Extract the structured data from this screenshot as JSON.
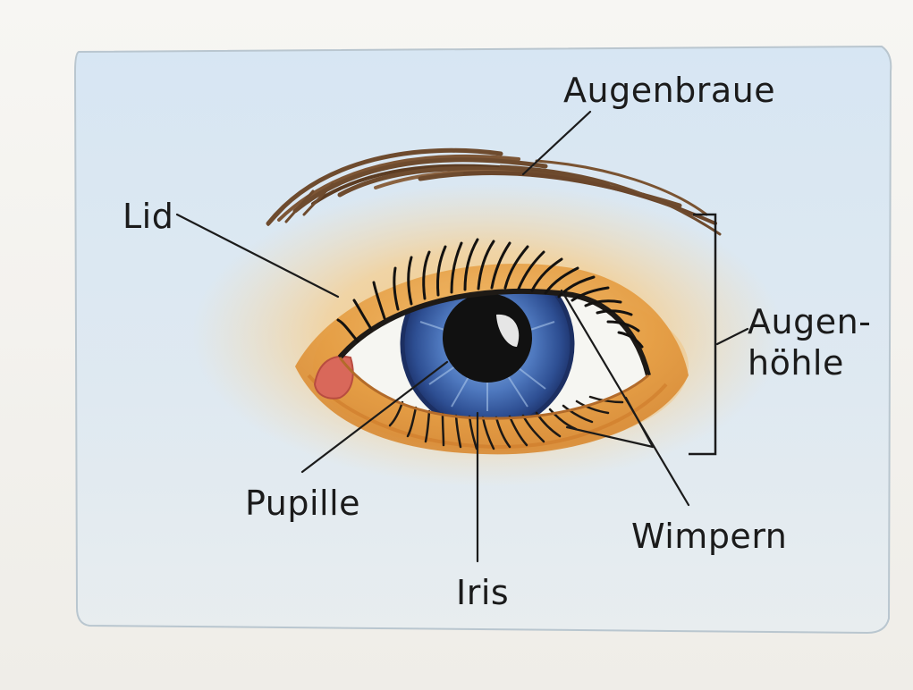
{
  "diagram": {
    "labels": {
      "augenbraue": "Augenbraue",
      "lid": "Lid",
      "augenhoehle_line1": "Augen-",
      "augenhoehle_line2": "höhle",
      "pupille": "Pupille",
      "wimpern": "Wimpern",
      "iris": "Iris"
    },
    "colors": {
      "background": "#dce9f3",
      "skin": "#f1b25c",
      "eyebrow": "#6e4b2e",
      "iris": "#3f66ad",
      "pupil": "#111111",
      "sclera": "#f6f6f2",
      "caruncle": "#d9685a",
      "leader_line": "#1b1b1b"
    }
  }
}
